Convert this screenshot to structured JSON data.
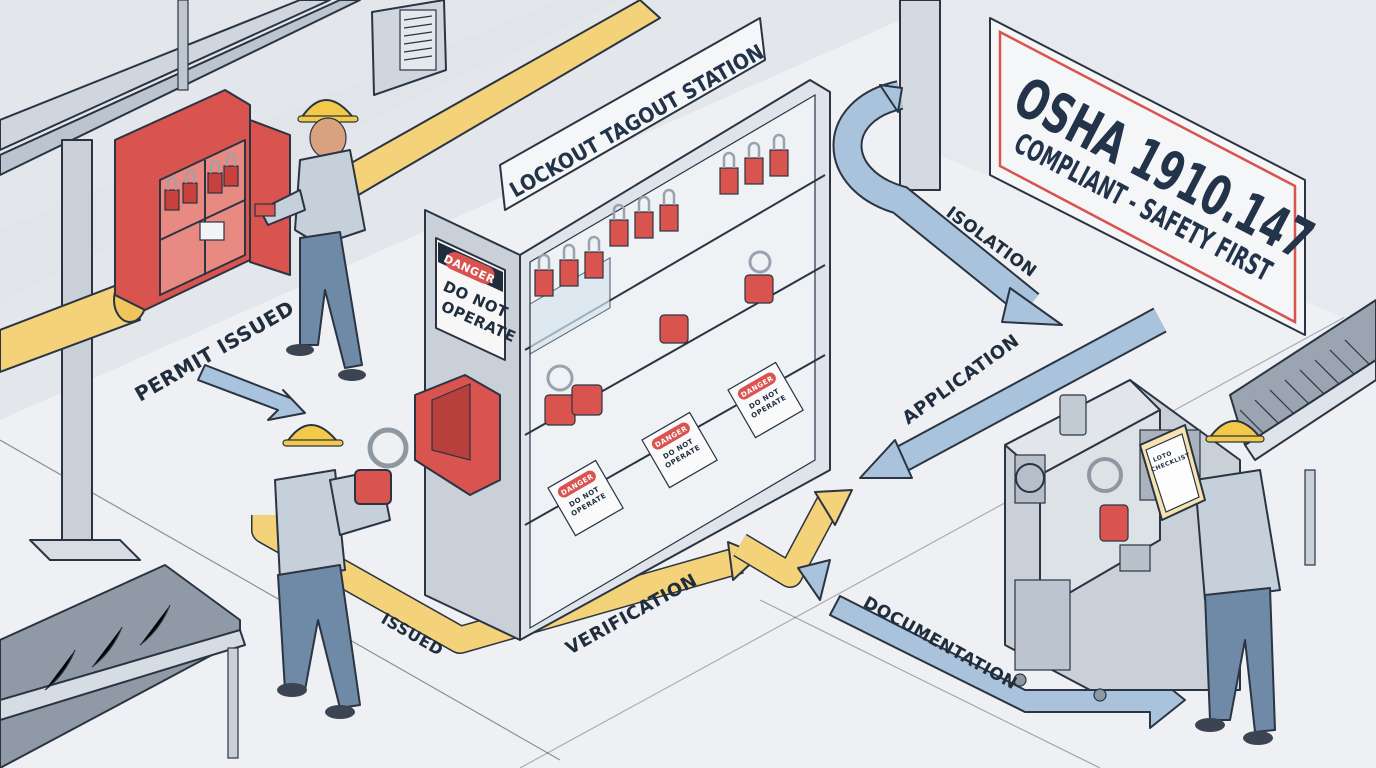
{
  "scene": {
    "title": "Lockout Tagout Process Illustration",
    "colors": {
      "floor": "#eef0f3",
      "path_yellow": "#f4d27a",
      "path_blue": "#a9c3dc",
      "lockout_red": "#d9534f",
      "helmet_yellow": "#f3c94a",
      "steel": "#c9d0d8",
      "outline": "#2a3442",
      "text_dark": "#1f2d3d"
    }
  },
  "signs": {
    "station_banner": "LOCKOUT TAGOUT STATION",
    "osha_line1": "OSHA 1910.147",
    "osha_line2": "COMPLIANT - SAFETY FIRST",
    "danger_header": "DANGER",
    "danger_line1": "DO NOT",
    "danger_line2": "OPERATE"
  },
  "flow_labels": {
    "permit_issued": "PERMIT ISSUED",
    "issued": "ISSUED",
    "verification": "VERIFICATION",
    "isolation": "ISOLATION",
    "application": "APPLICATION",
    "documentation": "DOCUMENTATION"
  },
  "tags": {
    "header": "DANGER",
    "body1": "DO NOT",
    "body2": "OPERATE"
  },
  "clipboard": {
    "title1": "LOTO",
    "title2": "CHECKLIST"
  },
  "workers": [
    {
      "id": "worker-cabinet",
      "action": "retrieving padlock from lockout cabinet"
    },
    {
      "id": "worker-hasp",
      "action": "holding lockout hasp"
    },
    {
      "id": "worker-machine",
      "action": "completing checklist at machine"
    }
  ]
}
